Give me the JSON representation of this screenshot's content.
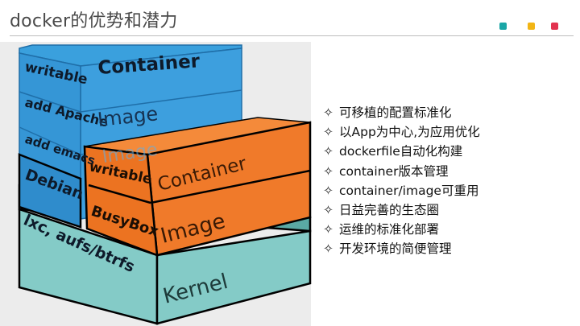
{
  "slide": {
    "title": "docker的优势和潜力",
    "accent_dots": [
      "#1aa6a6",
      "#f2b515",
      "#e2334f"
    ]
  },
  "diagram": {
    "left_stack": {
      "rows": [
        {
          "side": "writable",
          "face": "Container"
        },
        {
          "side": "add Apache",
          "face": "Image"
        },
        {
          "side": "add emacs",
          "face": "Image"
        },
        {
          "side": "Debian",
          "face": ""
        }
      ]
    },
    "right_stack": {
      "rows": [
        {
          "side": "writable",
          "face": "Container"
        },
        {
          "side": "BusyBox",
          "face": "Image"
        }
      ]
    },
    "base": {
      "side": "lxc, aufs/btrfs",
      "face": "Kernel"
    },
    "colors": {
      "blue": "#3d9fde",
      "blue_dark": "#1f6ea8",
      "orange": "#f07a2a",
      "orange_dark": "#c75a14",
      "teal": "#7fc7c3",
      "teal_dark": "#4f9c98"
    }
  },
  "features": {
    "bullet_symbol": "✧",
    "items": [
      "可移植的配置标准化",
      "以App为中心,为应用优化",
      "dockerfile自动化构建",
      "container版本管理",
      "container/image可重用",
      "日益完善的生态圈",
      "运维的标准化部署",
      "开发环境的简便管理"
    ]
  }
}
